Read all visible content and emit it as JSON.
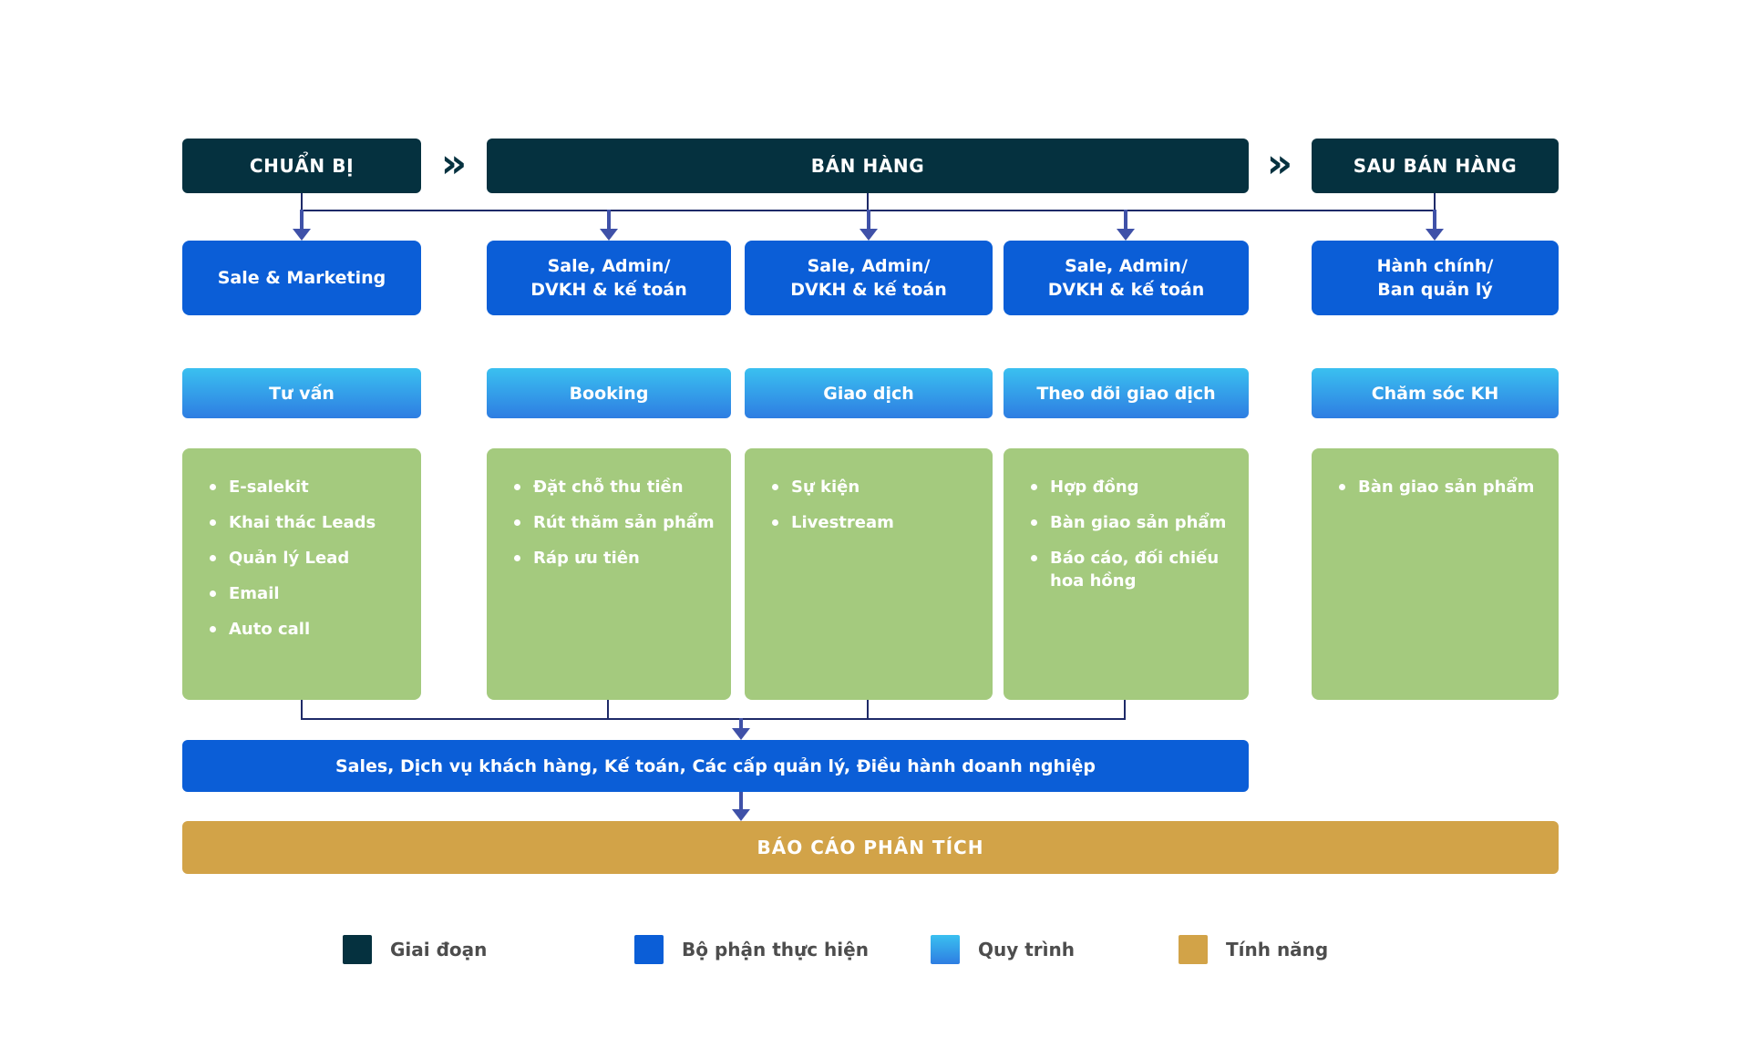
{
  "diagram": {
    "phases": [
      {
        "label": "CHUẨN BỊ"
      },
      {
        "label": "BÁN HÀNG"
      },
      {
        "label": "SAU BÁN HÀNG"
      }
    ],
    "phase_separator": "»",
    "columns": [
      {
        "department": "Sale & Marketing",
        "process": "Tư vấn",
        "features": [
          "E-salekit",
          "Khai thác Leads",
          "Quản lý Lead",
          "Email",
          "Auto call"
        ]
      },
      {
        "department": "Sale, Admin/\nDVKH & kế toán",
        "process": "Booking",
        "features": [
          "Đặt chỗ thu tiền",
          "Rút thăm sản phẩm",
          "Ráp ưu tiên"
        ]
      },
      {
        "department": "Sale, Admin/\nDVKH & kế toán",
        "process": "Giao dịch",
        "features": [
          "Sự kiện",
          "Livestream"
        ]
      },
      {
        "department": "Sale, Admin/\nDVKH & kế toán",
        "process": "Theo dõi giao dịch",
        "features": [
          "Hợp đồng",
          "Bàn giao sản phẩm",
          "Báo cáo, đối chiếu hoa hồng"
        ]
      },
      {
        "department": "Hành chính/\nBan quản lý",
        "process": "Chăm sóc KH",
        "features": [
          "Bàn giao sản phẩm"
        ]
      }
    ],
    "summary_bar": "Sales, Dịch vụ khách hàng, Kế toán, Các cấp quản lý, Điều hành doanh nghiệp",
    "report_bar": "BÁO CÁO PHÂN TÍCH",
    "legend": [
      {
        "label": "Giai đoạn",
        "swatch": "phase"
      },
      {
        "label": "Bộ phận thực hiện",
        "swatch": "department"
      },
      {
        "label": "Quy trình",
        "swatch": "process"
      },
      {
        "label": "Tính năng",
        "swatch": "feature"
      }
    ],
    "colors": {
      "phase": "#05313f",
      "department": "#0b5ed7",
      "process_top": "#3ac0f0",
      "process_bottom": "#2e7de2",
      "feature_list": "#a4ca7e",
      "report": "#d2a348",
      "connector": "#1e2a68",
      "arrow": "#3f51a8"
    }
  }
}
